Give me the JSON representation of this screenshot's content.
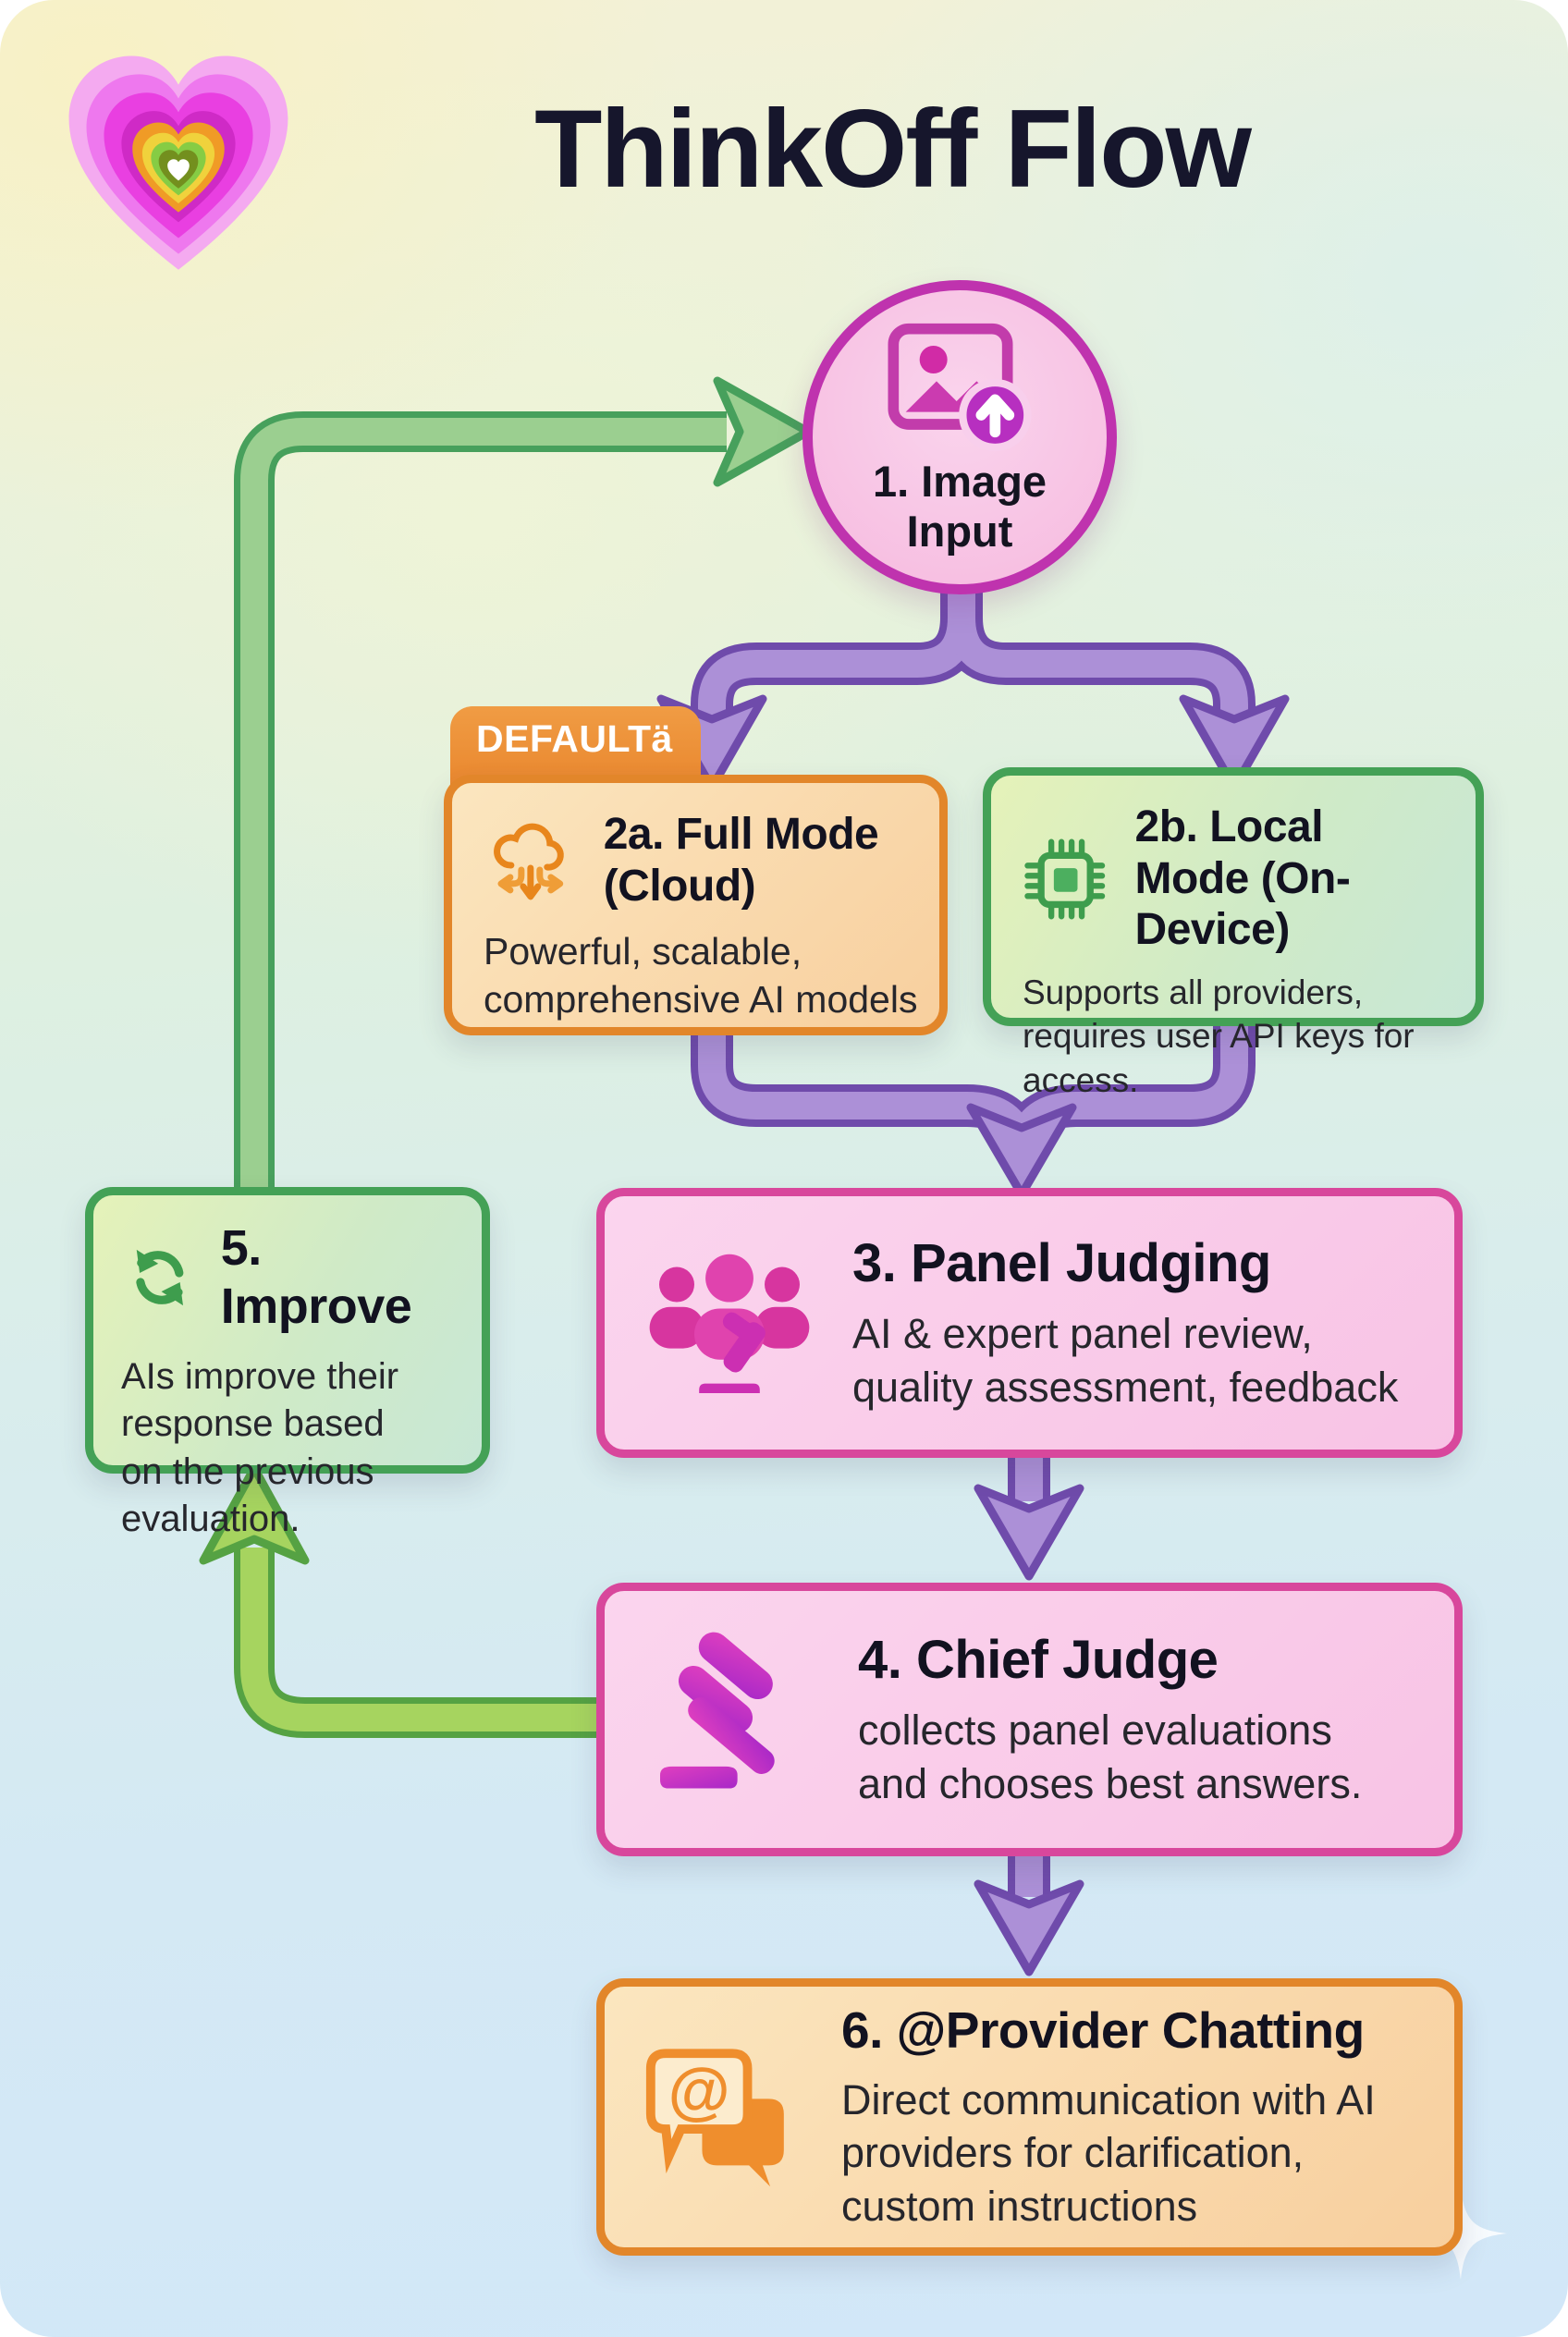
{
  "page": {
    "title": "ThinkOff Flow"
  },
  "logo": {
    "name": "rainbow-heart-logo"
  },
  "nodes": {
    "image_input": {
      "label": "1. Image Input"
    },
    "full_mode": {
      "badge": "DEFAULTä",
      "title": "2a. Full Mode (Cloud)",
      "body": "Powerful, scalable, comprehensive AI models"
    },
    "local_mode": {
      "title": "2b. Local Mode (On-Device)",
      "body": "Supports all providers, requires user API keys for access."
    },
    "panel_judging": {
      "title": "3. Panel Judging",
      "body": "AI & expert panel review, quality assessment, feedback"
    },
    "chief_judge": {
      "title": "4. Chief Judge",
      "body": "collects panel evaluations and chooses best answers."
    },
    "improve": {
      "title": "5. Improve",
      "body": "AIs improve their response based on the previous evaluation."
    },
    "provider_chatting": {
      "title": "6. @Provider Chatting",
      "body": "Direct communication with AI providers for clarification, custom instructions"
    }
  },
  "icons": {
    "image_upload": "image-upload-icon",
    "cloud_sync": "cloud-sync-icon",
    "chip": "chip-icon",
    "panel_gavel": "people-gavel-icon",
    "refresh": "refresh-icon",
    "gavel": "gavel-icon",
    "chat_at": "chat-at-icon",
    "sparkle": "sparkle-icon",
    "at_glyph": "@"
  },
  "colors": {
    "pink_border": "#d8479c",
    "circle_border": "#bf33ae",
    "orange_border": "#e2862a",
    "green_border": "#44a156",
    "purple_arrow_fill": "#ac90d7",
    "purple_arrow_outline": "#6f4bab",
    "green_arrow_top_fill": "#9bcf90",
    "green_arrow_bottom_fill": "#a6d45f",
    "title_color": "#16162c"
  }
}
